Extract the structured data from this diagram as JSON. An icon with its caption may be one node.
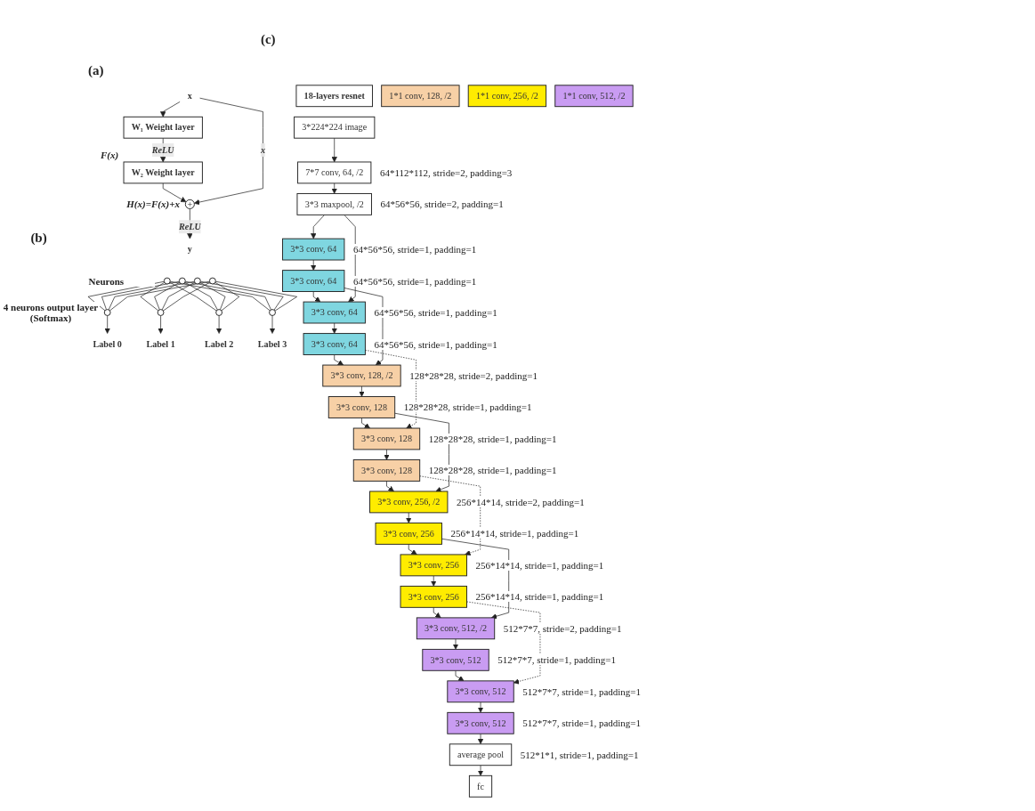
{
  "diagram": {
    "nodes": [
      {
        "text": [
          "x"
        ]
      },
      {
        "text": [
          "W₁ Weight layer"
        ]
      },
      {
        "text": [
          "W₂ Weight layer"
        ]
      },
      {
        "text": [
          "+"
        ]
      },
      {
        "text": [
          "y"
        ]
      },
      {
        "text": [],
        "shape": "circle"
      },
      {
        "text": [],
        "shape": "circle"
      },
      {
        "text": [],
        "shape": "circle"
      },
      {
        "text": [],
        "shape": "circle"
      },
      {
        "text": [],
        "shape": "circle"
      },
      {
        "text": [],
        "shape": "circle"
      },
      {
        "text": [],
        "shape": "circle"
      },
      {
        "text": [],
        "shape": "circle"
      },
      {
        "text": [
          "Label 0"
        ]
      },
      {
        "text": [
          "Label 1"
        ]
      },
      {
        "text": [
          "Label 2"
        ]
      },
      {
        "text": [
          "Label 3"
        ]
      },
      {
        "text": [
          "18-layers resnet"
        ]
      },
      {
        "text": [
          "3*224*224 image"
        ]
      },
      {
        "text": [
          "7*7 conv, 64, /2"
        ],
        "beside": [
          "64*112*112, stride=2, padding=3"
        ]
      },
      {
        "text": [
          "3*3 maxpool, /2"
        ],
        "beside": [
          "64*56*56, stride=2, padding=1"
        ]
      },
      {
        "text": [
          "3*3 conv, 64"
        ],
        "beside": [
          "64*56*56, stride=1, padding=1"
        ]
      },
      {
        "text": [
          "3*3 conv, 64"
        ],
        "beside": [
          "64*56*56, stride=1, padding=1"
        ]
      },
      {
        "text": [
          "3*3 conv, 64"
        ],
        "beside": [
          "64*56*56, stride=1, padding=1"
        ]
      },
      {
        "text": [
          "3*3 conv, 64"
        ],
        "beside": [
          "64*56*56, stride=1, padding=1"
        ]
      },
      {
        "text": [
          "3*3 conv, 128, /2"
        ],
        "beside": [
          "128*28*28, stride=2, padding=1"
        ]
      },
      {
        "text": [
          "1*1 conv, 128, /2"
        ]
      },
      {
        "text": [
          "3*3 conv, 128"
        ],
        "beside": [
          "128*28*28, stride=1, padding=1"
        ]
      },
      {
        "text": [
          "3*3 conv, 128"
        ],
        "beside": [
          "128*28*28, stride=1, padding=1"
        ]
      },
      {
        "text": [
          "3*3 conv, 128"
        ],
        "beside": [
          "128*28*28, stride=1, padding=1"
        ]
      },
      {
        "text": [
          "3*3 conv, 256, /2"
        ],
        "beside": [
          "256*14*14, stride=2, padding=1"
        ]
      },
      {
        "text": [
          "1*1 conv, 256, /2"
        ]
      },
      {
        "text": [
          "3*3 conv, 256"
        ],
        "beside": [
          "256*14*14, stride=1, padding=1"
        ]
      },
      {
        "text": [
          "3*3 conv, 256"
        ],
        "beside": [
          "256*14*14, stride=1, padding=1"
        ]
      },
      {
        "text": [
          "3*3 conv, 256"
        ],
        "beside": [
          "256*14*14, stride=1, padding=1"
        ]
      },
      {
        "text": [
          "3*3 conv, 512, /2"
        ],
        "beside": [
          "512*7*7, stride=2, padding=1"
        ]
      },
      {
        "text": [
          "1*1 conv, 512, /2"
        ]
      },
      {
        "text": [
          "3*3 conv, 512"
        ],
        "beside": [
          "512*7*7, stride=1, padding=1"
        ]
      },
      {
        "text": [
          "3*3 conv, 512"
        ],
        "beside": [
          "512*7*7, stride=1, padding=1"
        ]
      },
      {
        "text": [
          "3*3 conv, 512"
        ],
        "beside": [
          "512*7*7, stride=1, padding=1"
        ]
      },
      {
        "text": [
          "average pool"
        ],
        "beside": [
          "512*1*1, stride=1, padding=1"
        ]
      },
      {
        "text": [
          "fc"
        ]
      }
    ],
    "edges": [
      {
        "from": 0,
        "to": 1,
        "arrow": "to"
      },
      {
        "from": 1,
        "to": 2,
        "arrow": "to",
        "label": "ReLU"
      },
      {
        "from": 2,
        "to": 3,
        "arrow": "to"
      },
      {
        "from": 0,
        "to": 3,
        "arrow": "to",
        "label": "x"
      },
      {
        "from": 3,
        "to": 4,
        "arrow": "to",
        "label": "ReLU"
      },
      {
        "from": 5,
        "to": 9,
        "arrow": "none"
      },
      {
        "from": 5,
        "to": 10,
        "arrow": "none"
      },
      {
        "from": 5,
        "to": 11,
        "arrow": "none"
      },
      {
        "from": 5,
        "to": 12,
        "arrow": "none"
      },
      {
        "from": 6,
        "to": 9,
        "arrow": "none"
      },
      {
        "from": 6,
        "to": 10,
        "arrow": "none"
      },
      {
        "from": 6,
        "to": 11,
        "arrow": "none"
      },
      {
        "from": 6,
        "to": 12,
        "arrow": "none"
      },
      {
        "from": 7,
        "to": 9,
        "arrow": "none"
      },
      {
        "from": 7,
        "to": 10,
        "arrow": "none"
      },
      {
        "from": 7,
        "to": 11,
        "arrow": "none"
      },
      {
        "from": 7,
        "to": 12,
        "arrow": "none"
      },
      {
        "from": 8,
        "to": 9,
        "arrow": "none"
      },
      {
        "from": 8,
        "to": 10,
        "arrow": "none"
      },
      {
        "from": 8,
        "to": 11,
        "arrow": "none"
      },
      {
        "from": 8,
        "to": 12,
        "arrow": "none"
      },
      {
        "from": 9,
        "to": 13,
        "arrow": "to"
      },
      {
        "from": 10,
        "to": 14,
        "arrow": "to"
      },
      {
        "from": 11,
        "to": 15,
        "arrow": "to"
      },
      {
        "from": 12,
        "to": 16,
        "arrow": "to"
      },
      {
        "from": 18,
        "to": 19,
        "arrow": "to"
      },
      {
        "from": 19,
        "to": 20,
        "arrow": "to"
      },
      {
        "from": 20,
        "to": 21,
        "arrow": "to"
      },
      {
        "from": 21,
        "to": 22,
        "arrow": "to"
      },
      {
        "from": 22,
        "to": 23,
        "arrow": "to"
      },
      {
        "from": 20,
        "to": 23,
        "arrow": "to"
      },
      {
        "from": 23,
        "to": 24,
        "arrow": "to"
      },
      {
        "from": 24,
        "to": 25,
        "arrow": "to"
      },
      {
        "from": 22,
        "to": 25,
        "arrow": "to"
      },
      {
        "from": 25,
        "to": 27,
        "arrow": "to"
      },
      {
        "from": 27,
        "to": 28,
        "arrow": "to"
      },
      {
        "from": 24,
        "to": 28,
        "arrow": "to",
        "style": "dashed"
      },
      {
        "from": 28,
        "to": 29,
        "arrow": "to"
      },
      {
        "from": 29,
        "to": 30,
        "arrow": "to"
      },
      {
        "from": 27,
        "to": 30,
        "arrow": "to"
      },
      {
        "from": 30,
        "to": 32,
        "arrow": "to"
      },
      {
        "from": 32,
        "to": 33,
        "arrow": "to"
      },
      {
        "from": 29,
        "to": 33,
        "arrow": "to",
        "style": "dashed"
      },
      {
        "from": 33,
        "to": 34,
        "arrow": "to"
      },
      {
        "from": 34,
        "to": 35,
        "arrow": "to"
      },
      {
        "from": 32,
        "to": 35,
        "arrow": "to"
      },
      {
        "from": 35,
        "to": 37,
        "arrow": "to"
      },
      {
        "from": 37,
        "to": 38,
        "arrow": "to"
      },
      {
        "from": 34,
        "to": 38,
        "arrow": "to",
        "style": "dashed"
      },
      {
        "from": 38,
        "to": 39,
        "arrow": "to"
      },
      {
        "from": 39,
        "to": 40,
        "arrow": "to"
      },
      {
        "from": 40,
        "to": 41,
        "arrow": "to"
      }
    ],
    "labels": [
      "(a)",
      "F(x)",
      "H(x)=F(x)+x",
      "(b)",
      "Neurons",
      "4 neurons output layer (Softmax)",
      "(c)"
    ]
  }
}
